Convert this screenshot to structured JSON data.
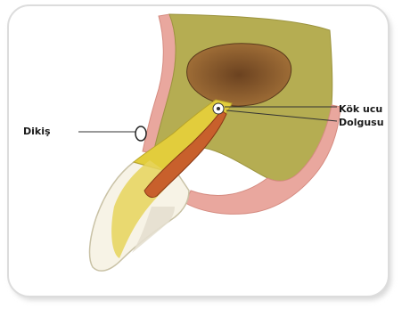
{
  "labels": {
    "suture": "Dikiş",
    "root_tip_line1": "Kök ucu",
    "root_tip_line2": "Dolgusu"
  },
  "colors": {
    "frame_border": "#e0e0e0",
    "bone": "#b5ad52",
    "gum": "#e9a79e",
    "crown": "#f7f3e6",
    "dentin": "#e2cd3c",
    "root_filling": "#c8602c",
    "sinus": "#8a5e2c"
  }
}
